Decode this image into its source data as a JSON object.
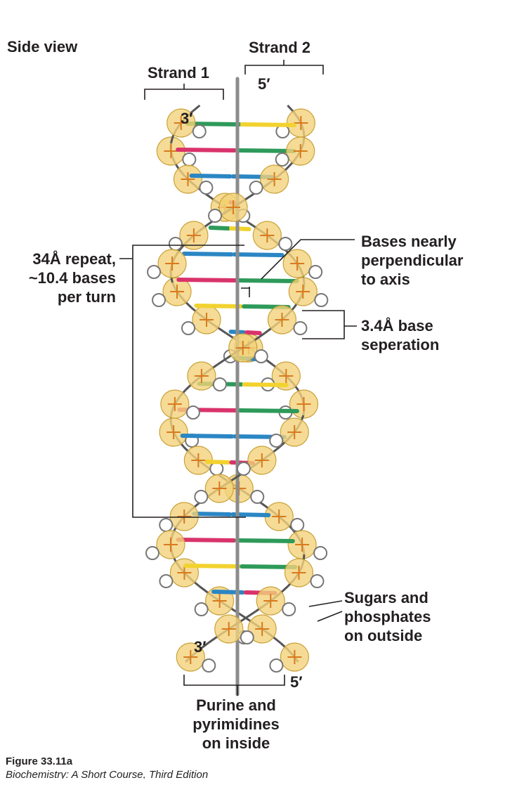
{
  "figure": {
    "view_title": "Side view",
    "strand1_label": "Strand 1",
    "strand2_label": "Strand 2",
    "end_top_left": "3′",
    "end_top_right": "5′",
    "end_bottom_left": "3′",
    "end_bottom_right": "5′",
    "repeat_label": "34Å repeat,\n~10.4 bases\nper turn",
    "perpendicular_label": "Bases nearly\nperpendicular\nto axis",
    "separation_label": "3.4Å base\nseperation",
    "sugars_label": "Sugars and\nphosphates\non outside",
    "inside_label": "Purine and\npyrimidines\non inside"
  },
  "caption": {
    "figure_number": "Figure 33.11a",
    "source": "Biochemistry: A Short Course, Third Edition"
  },
  "colors": {
    "pink": "#d9336b",
    "green": "#2e9a5a",
    "blue": "#2b86c4",
    "yellow": "#f2d22e",
    "phosphate_fill": "#f2d27a",
    "axis": "#8c8c8c",
    "leader": "#231f20"
  }
}
